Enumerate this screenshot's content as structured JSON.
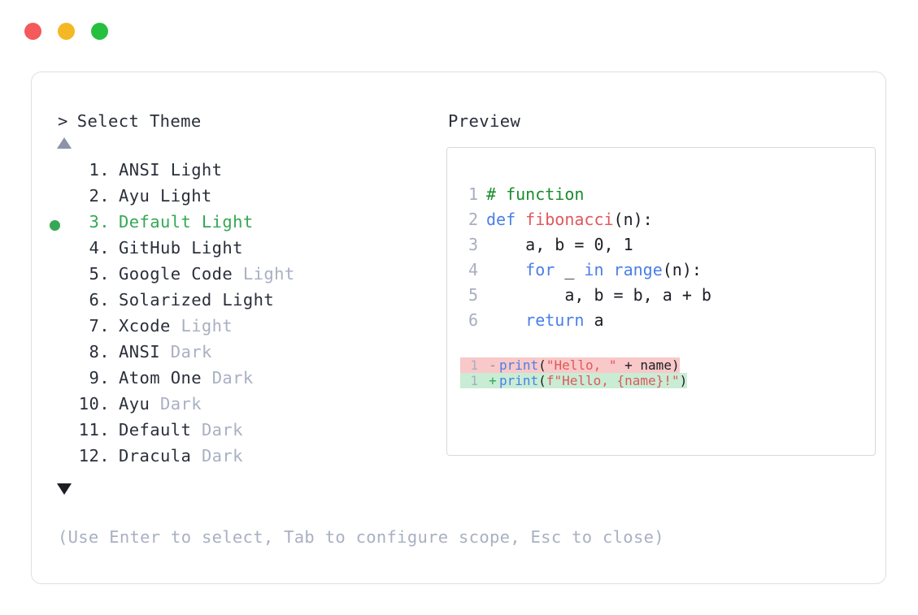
{
  "window": {
    "controls": [
      {
        "name": "close",
        "color": "#f4595b"
      },
      {
        "name": "minimize",
        "color": "#f5b825"
      },
      {
        "name": "maximize",
        "color": "#25c03f"
      }
    ]
  },
  "selector": {
    "prompt_caret": ">",
    "title": "Select Theme",
    "scroll_up_icon": "triangle-up",
    "scroll_down_icon": "triangle-down",
    "selected_index": 3,
    "selected_bullet_color": "#35a855",
    "items": [
      {
        "num": "1.",
        "name": "ANSI Light",
        "suffix": "",
        "selected": false
      },
      {
        "num": "2.",
        "name": "Ayu Light",
        "suffix": "",
        "selected": false
      },
      {
        "num": "3.",
        "name": "Default Light",
        "suffix": "",
        "selected": true
      },
      {
        "num": "4.",
        "name": "GitHub Light",
        "suffix": "",
        "selected": false
      },
      {
        "num": "5.",
        "name": "Google Code ",
        "suffix": "Light",
        "selected": false
      },
      {
        "num": "6.",
        "name": "Solarized Light",
        "suffix": "",
        "selected": false
      },
      {
        "num": "7.",
        "name": "Xcode ",
        "suffix": "Light",
        "selected": false
      },
      {
        "num": "8.",
        "name": "ANSI ",
        "suffix": "Dark",
        "selected": false
      },
      {
        "num": "9.",
        "name": "Atom One ",
        "suffix": "Dark",
        "selected": false
      },
      {
        "num": "10.",
        "name": "Ayu ",
        "suffix": "Dark",
        "selected": false
      },
      {
        "num": "11.",
        "name": "Default ",
        "suffix": "Dark",
        "selected": false
      },
      {
        "num": "12.",
        "name": "Dracula ",
        "suffix": "Dark",
        "selected": false
      }
    ],
    "hint": "(Use Enter to select, Tab to configure scope, Esc to close)"
  },
  "preview": {
    "label": "Preview",
    "code": [
      {
        "ln": "1",
        "tokens": [
          {
            "t": "# function",
            "c": "tok-comment"
          }
        ]
      },
      {
        "ln": "2",
        "tokens": [
          {
            "t": "def ",
            "c": "tok-kw"
          },
          {
            "t": "fibonacci",
            "c": "tok-fn"
          },
          {
            "t": "(n):",
            "c": "tok-plain"
          }
        ]
      },
      {
        "ln": "3",
        "tokens": [
          {
            "t": "    a, b = 0, 1",
            "c": "tok-plain"
          }
        ]
      },
      {
        "ln": "4",
        "tokens": [
          {
            "t": "    ",
            "c": "tok-plain"
          },
          {
            "t": "for",
            "c": "tok-kw"
          },
          {
            "t": " _ ",
            "c": "tok-plain"
          },
          {
            "t": "in range",
            "c": "tok-kw"
          },
          {
            "t": "(n):",
            "c": "tok-plain"
          }
        ]
      },
      {
        "ln": "5",
        "tokens": [
          {
            "t": "        a, b = b, a + b",
            "c": "tok-plain"
          }
        ]
      },
      {
        "ln": "6",
        "tokens": [
          {
            "t": "    ",
            "c": "tok-plain"
          },
          {
            "t": "return",
            "c": "tok-kw"
          },
          {
            "t": " a",
            "c": "tok-plain"
          }
        ]
      }
    ],
    "diff": [
      {
        "ln": "1",
        "mark": "-",
        "kind": "del",
        "bg": "#f9c8c8",
        "tokens": [
          {
            "t": "print",
            "c": "tok-kw"
          },
          {
            "t": "(",
            "c": "tok-plain"
          },
          {
            "t": "\"Hello, \"",
            "c": "tok-str"
          },
          {
            "t": " + name)",
            "c": "tok-plain"
          }
        ]
      },
      {
        "ln": "1",
        "mark": "+",
        "kind": "add",
        "bg": "#c9ecd5",
        "tokens": [
          {
            "t": "print",
            "c": "tok-kw"
          },
          {
            "t": "(",
            "c": "tok-plain"
          },
          {
            "t": "f\"Hello, {name}!\"",
            "c": "tok-str"
          },
          {
            "t": ")",
            "c": "tok-plain"
          }
        ]
      }
    ]
  }
}
